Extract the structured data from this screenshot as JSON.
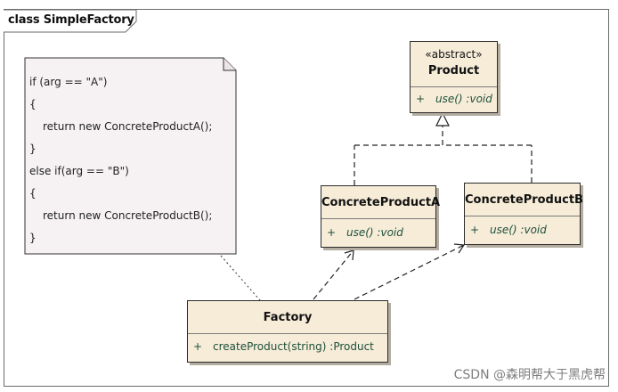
{
  "diagram_title": "class SimpleFactory",
  "note": {
    "lines": [
      "if (arg == \"A\")",
      "{",
      "return new ConcreteProductA();",
      "}",
      "else if(arg == \"B\")",
      "{",
      "return new ConcreteProductB();",
      "}"
    ]
  },
  "classes": {
    "product": {
      "stereotype": "«abstract»",
      "name": "Product",
      "operations": [
        {
          "visibility": "+",
          "signature": "use() :void"
        }
      ]
    },
    "concrete_a": {
      "name": "ConcreteProductA",
      "operations": [
        {
          "visibility": "+",
          "signature": "use() :void"
        }
      ]
    },
    "concrete_b": {
      "name": "ConcreteProductB",
      "operations": [
        {
          "visibility": "+",
          "signature": "use() :void"
        }
      ]
    },
    "factory": {
      "name": "Factory",
      "operations": [
        {
          "visibility": "+",
          "signature": "createProduct(string) :Product"
        }
      ]
    }
  },
  "relationships": [
    {
      "type": "realization",
      "from": "ConcreteProductA",
      "to": "Product"
    },
    {
      "type": "realization",
      "from": "ConcreteProductB",
      "to": "Product"
    },
    {
      "type": "dependency",
      "from": "Factory",
      "to": "ConcreteProductA"
    },
    {
      "type": "dependency",
      "from": "Factory",
      "to": "ConcreteProductB"
    },
    {
      "type": "note-link",
      "from": "note",
      "to": "Factory"
    }
  ],
  "watermark": "CSDN @森明帮大于黑虎帮",
  "colors": {
    "class_fill": "#f6ecd8",
    "note_fill": "#f6f2f4",
    "operation_text": "#1d4f3a",
    "border": "#2b2b2b"
  }
}
